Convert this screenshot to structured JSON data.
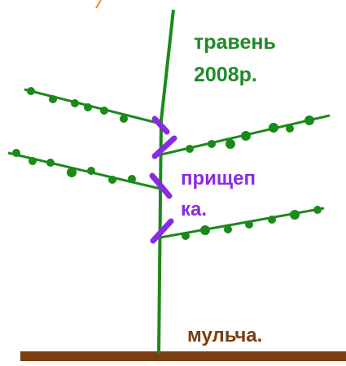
{
  "labels": {
    "date_line1": "травень",
    "date_line2": "2008р.",
    "pinch_line1": "прищеп",
    "pinch_line2": "ка.",
    "mulch": "мульча."
  },
  "colors": {
    "plant": "#1a8a1a",
    "date_text": "#1e8a2a",
    "pinch_text": "#8a2be2",
    "pinch_mark": "#8a2be2",
    "mulch_text": "#7a3e12",
    "ground": "#7a3e12",
    "corner_accent": "#ff7f27"
  }
}
